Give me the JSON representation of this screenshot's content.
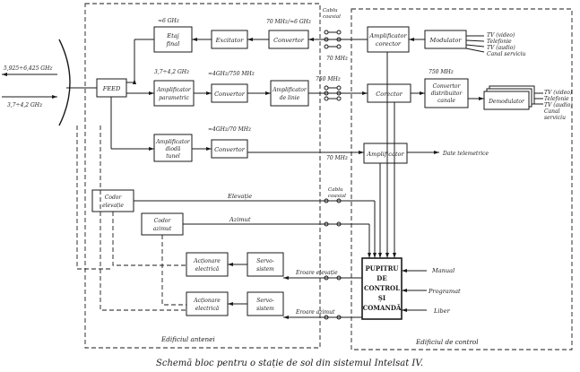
{
  "caption": "Schemă bloc pentru o stație de sol din sistemul Intelsat IV.",
  "regions": {
    "antenna": "Edificiul antenei",
    "control": "Edificiul de control"
  },
  "antenna_labels": {
    "band_tx": "5,925÷6,425 GHz",
    "band_rx": "3,7÷4,2 GHz"
  },
  "blocks": {
    "feed": "FEED",
    "final_stage": [
      "Etaj",
      "final"
    ],
    "exciter": "Excitator",
    "converter_tx": "Convertor",
    "param_amp": [
      "Amplificator",
      "parametric"
    ],
    "converter_rx": "Convertor",
    "line_amp": [
      "Amplificator",
      "de linie"
    ],
    "tunnel_amp": [
      "Amplificator",
      "diodă",
      "tunel"
    ],
    "converter_tm": "Convertor",
    "corrector_amp": [
      "Amplificator",
      "corector"
    ],
    "modulator": "Modulator",
    "corrector": "Corector",
    "distributor": [
      "Convertor",
      "distribuitor",
      "canale"
    ],
    "demodulator": "Demodulator",
    "tm_amp": "Amplificator",
    "elev_encoder": [
      "Codor",
      "elevație"
    ],
    "az_encoder": [
      "Codor",
      "azimut"
    ],
    "actuator_elev": [
      "Acționare",
      "electrică"
    ],
    "servo_elev": [
      "Servo-",
      "sistem"
    ],
    "actuator_az": [
      "Acționare",
      "electrică"
    ],
    "servo_az": [
      "Servo-",
      "sistem"
    ],
    "console": [
      "PUPITRU",
      "DE",
      "CONTROL",
      "ȘI",
      "COMANDĂ"
    ]
  },
  "signal_labels": {
    "f_6ghz_final": "≈6 GHz",
    "f_70_6ghz": "70 MHz/≈6 GHz",
    "f_70_a": "70 MHz",
    "f_rx_in": "3,7÷4,2 GHz",
    "f_4ghz_750": "≈4GHz/750 MHz",
    "f_750_a": "750 MHz",
    "f_750_b": "750 MHz",
    "f_4ghz_70": "≈4GHz/70 MHz",
    "f_70_b": "70 MHz",
    "cable_top": [
      "Cablu",
      "coaxial"
    ],
    "cable_mid": [
      "Cablu",
      "coaxial"
    ],
    "elevation": "Elevație",
    "azimuth": "Azimut",
    "err_elev": "Eroare elevație",
    "err_az": "Eroare azimut",
    "telemetry": "Date telemetrice"
  },
  "io_labels": {
    "tx_inputs": [
      "TV (video)",
      "Telefonie",
      "TV (audio)",
      "Canal serviciu"
    ],
    "rx_outputs": [
      "TV (video)",
      "Telefonie",
      "TV (audio)",
      "Canal",
      "serviciu"
    ],
    "console_modes": [
      "Manual",
      "Programat",
      "Liber"
    ]
  }
}
